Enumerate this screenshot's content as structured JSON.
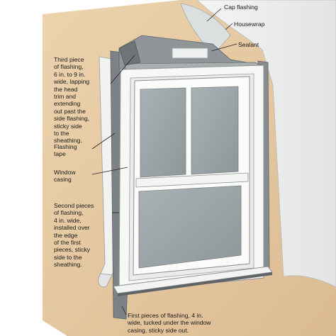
{
  "labels": {
    "cap_flashing": "Cap flashing",
    "housewrap": "Housewrap",
    "sealant": "Sealant",
    "third_piece": "Third piece\nof flashing,\n6 in. to 9 in.\nwide, lapping\nthe head\ntrim and\nextending\nout past the\nside flashing,\nsticky side\nto the\nsheathing.",
    "flashing_tape": "Flashing\ntape",
    "window_casing": "Window\ncasing",
    "second_pieces": "Second pieces\nof flashing,\n4 in. wide,\ninstalled over\nthe edge\nof the first\npieces, sticky\nside to the\nsheathing.",
    "first_pieces": "First pieces of flashing, 4 in.\nwide, tucked under the window\ncasing, sticky side out."
  },
  "colors": {
    "sheathing": "#e6c9a3",
    "flashing": "#8e9497",
    "flashing_dark": "#6f7578",
    "housewrap": "#f0f1f1",
    "trim": "#f7f7f5",
    "glass": "#9fa8ab",
    "text": "#1a1a1a"
  }
}
